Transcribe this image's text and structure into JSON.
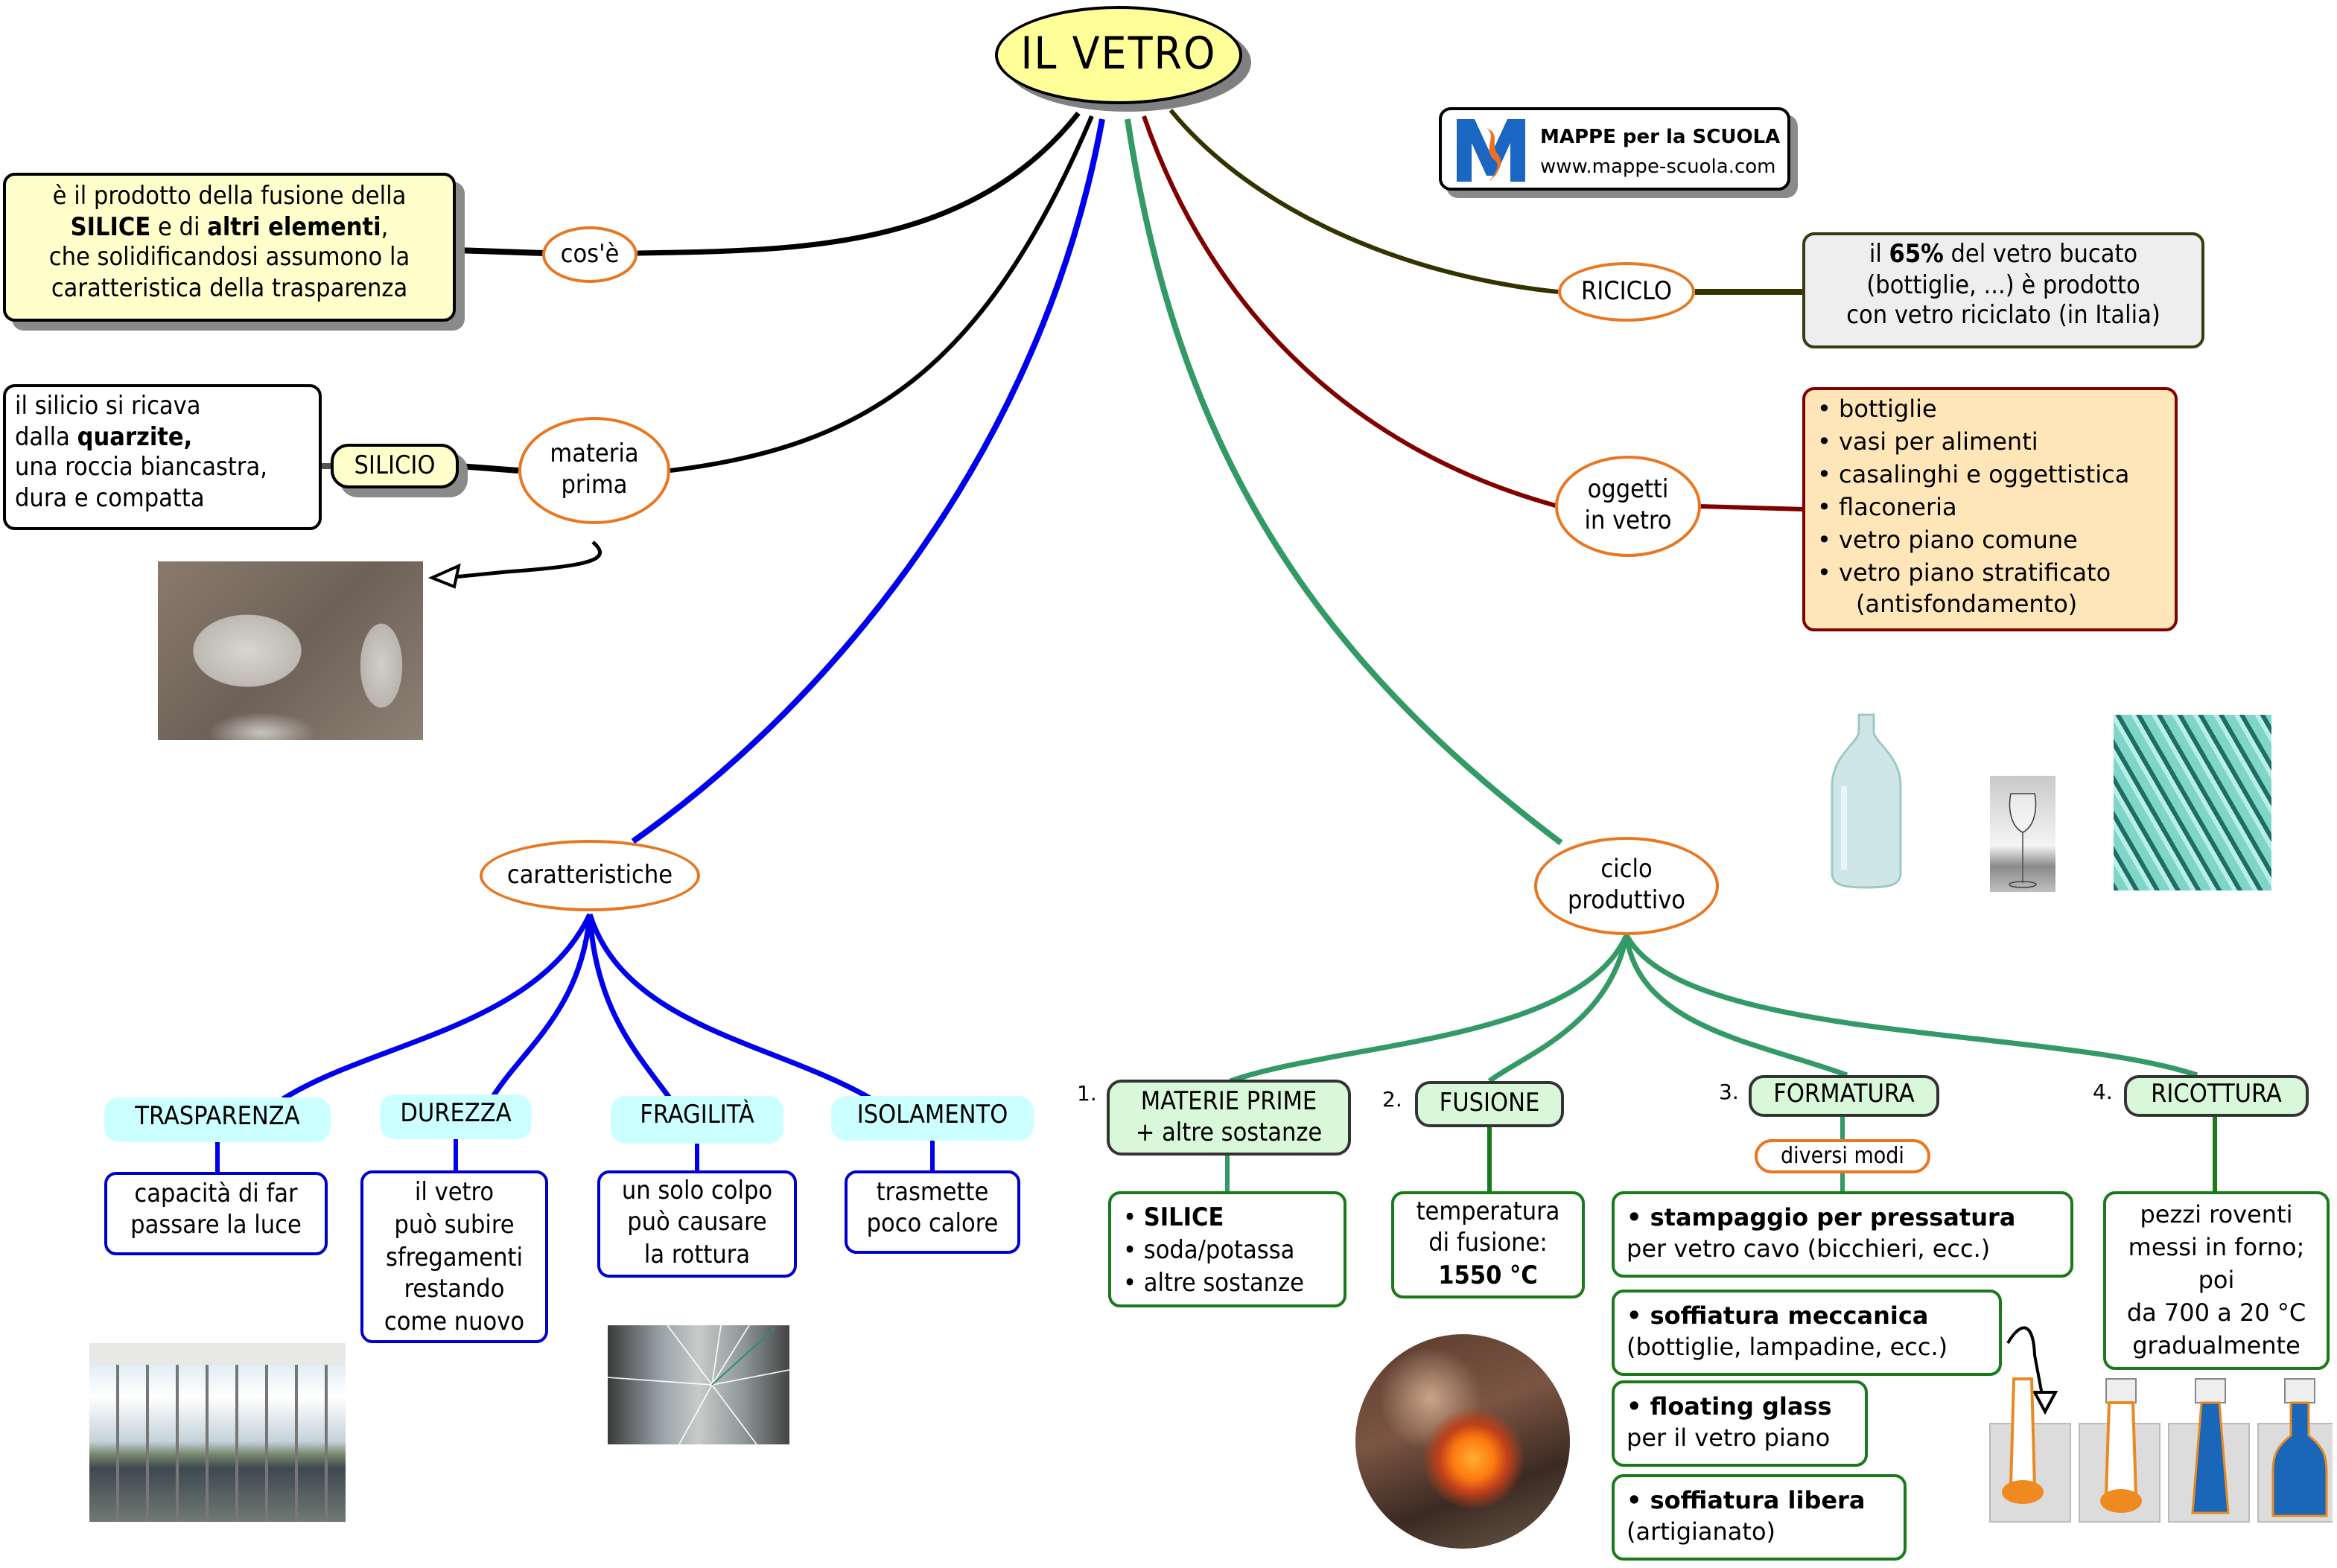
{
  "root": {
    "title": "IL VETRO"
  },
  "logo": {
    "icon": "mappe-logo-icon",
    "title": "MAPPE per la SCUOLA",
    "url": "www.mappe-scuola.com"
  },
  "cose": {
    "label": "cos'è",
    "text": {
      "l1": "è il prodotto della fusione della",
      "l2a": "SILICE",
      "l2b": " e di ",
      "l2c": "altri elementi",
      "l2d": ",",
      "l3": "che solidificandosi assumono la",
      "l4": "caratteristica della trasparenza"
    }
  },
  "materia": {
    "label_l1": "materia",
    "label_l2": "prima",
    "silicio": "SILICIO",
    "text": {
      "l1": "il silicio si ricava",
      "l2a": "dalla ",
      "l2b": "quarzite,",
      "l3": "una roccia biancastra,",
      "l4": "dura e compatta"
    },
    "photo": "quartzite-rock-photo"
  },
  "riciclo": {
    "label": "RICICLO",
    "text": {
      "l1a": "il ",
      "l1b": "65%",
      "l1c": " del vetro bucato",
      "l2": "(bottiglie, ...)  è prodotto",
      "l3": "con vetro riciclato (in Italia)"
    }
  },
  "oggetti": {
    "label_l1": "oggetti",
    "label_l2": "in vetro",
    "items": [
      "• bottiglie",
      "• vasi per alimenti",
      "• casalinghi e oggettistica",
      "• flaconeria",
      "• vetro piano comune",
      "• vetro piano stratificato",
      "(antisfondamento)"
    ],
    "photos": [
      "glass-demijohn-photo",
      "wine-glass-photo",
      "flat-glass-sheets-photo"
    ]
  },
  "caratteristiche": {
    "label": "caratteristiche",
    "items": [
      {
        "title": "TRASPARENZA",
        "lines": [
          "capacità di far",
          "passare la luce"
        ]
      },
      {
        "title": "DUREZZA",
        "lines": [
          "il vetro",
          "può subire",
          "sfregamenti",
          "restando",
          "come nuovo"
        ]
      },
      {
        "title": "FRAGILITÀ",
        "lines": [
          "un solo colpo",
          "può causare",
          "la rottura"
        ]
      },
      {
        "title": "ISOLAMENTO",
        "lines": [
          "trasmette",
          "poco calore"
        ]
      }
    ],
    "photos": [
      "glass-office-windows-photo",
      "broken-glass-photo"
    ]
  },
  "ciclo": {
    "label_l1": "ciclo",
    "label_l2": "produttivo",
    "steps": [
      {
        "num": "1.",
        "title_l1": "MATERIE PRIME",
        "title_l2": "+ altre sostanze",
        "detail": [
          "SILICE",
          "soda/potassa",
          "altre sostanze"
        ]
      },
      {
        "num": "2.",
        "title": "FUSIONE",
        "detail_l1": "temperatura",
        "detail_l2": "di fusione:",
        "detail_l3": "1550 °C"
      },
      {
        "num": "3.",
        "title": "FORMATURA",
        "sub": "diversi modi",
        "methods": [
          {
            "name": "• stampaggio per pressatura",
            "desc": "per vetro cavo (bicchieri, ecc.)"
          },
          {
            "name": "• soffiatura meccanica",
            "desc": "(bottiglie, lampadine, ecc.)"
          },
          {
            "name": "• floating glass",
            "desc": "per il vetro piano"
          },
          {
            "name": "• soffiatura libera",
            "desc": "(artigianato)"
          }
        ]
      },
      {
        "num": "4.",
        "title": "RICOTTURA",
        "detail": [
          "pezzi roventi",
          "messi in forno;",
          "poi",
          "da 700 a 20 °C",
          "gradualmente"
        ]
      }
    ],
    "photos": [
      "glassblowing-photo",
      "bottle-blowing-mold-diagram"
    ]
  },
  "colors": {
    "root_fill": "#ffff99",
    "ellipse_border": "#e87722",
    "branch_black": "#000000",
    "branch_blue": "#0000ee",
    "branch_green": "#339966",
    "branch_maroon": "#800000",
    "branch_olive": "#333300",
    "cyan_fill": "#ccffff",
    "green_fill": "#d9f7d9",
    "peach_fill": "#ffe6b8"
  }
}
